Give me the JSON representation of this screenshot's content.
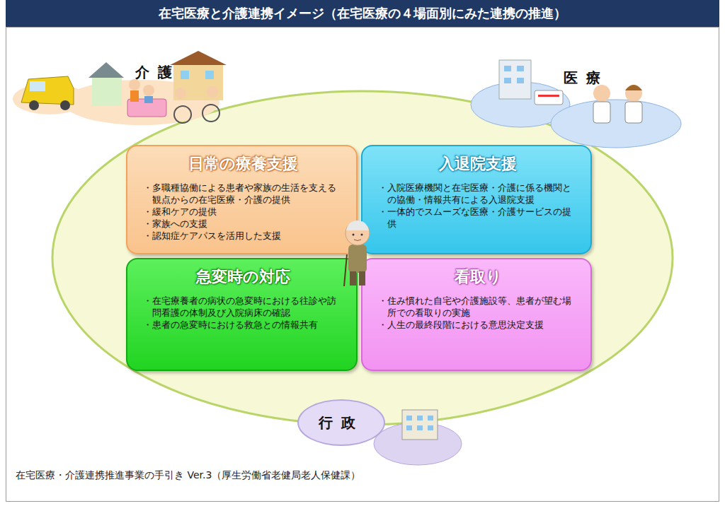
{
  "diagram": {
    "title": "在宅医療と介護連携イメージ（在宅医療の４場面別にみた連携の推進）",
    "caption": "在宅医療・介護連携推進事業の手引き Ver.3（厚生労働省老健局老人保健課）",
    "nodes": [
      {
        "text": [
          "介護"
        ]
      },
      {
        "text": [
          "医療"
        ]
      },
      {
        "text": [
          "日常の療養支援",
          "・多職種協働による患者や家族の生活を支える観点からの在宅医療・介護の提供",
          "・緩和ケアの提供",
          "・家族への支援",
          "・認知症ケアパスを活用した支援"
        ]
      },
      {
        "text": [
          "入退院支援",
          "・入院医療機関と在宅医療・介護に係る機関との協働・情報共有による入退院支援",
          "・一体的でスムーズな医療・介護サービスの提供"
        ]
      },
      {
        "text": [
          "急変時の対応",
          "・在宅療養者の病状の急変時における往診や訪問看護の体制及び入院病床の確認",
          "・患者の急変時における救急との情報共有"
        ]
      },
      {
        "text": [
          "看取り",
          "・住み慣れた自宅や介護施設等、患者が望む場所での看取りの実施",
          "・人生の最終段階における意思決定支援"
        ]
      },
      {
        "text": [
          "行政"
        ]
      }
    ]
  }
}
